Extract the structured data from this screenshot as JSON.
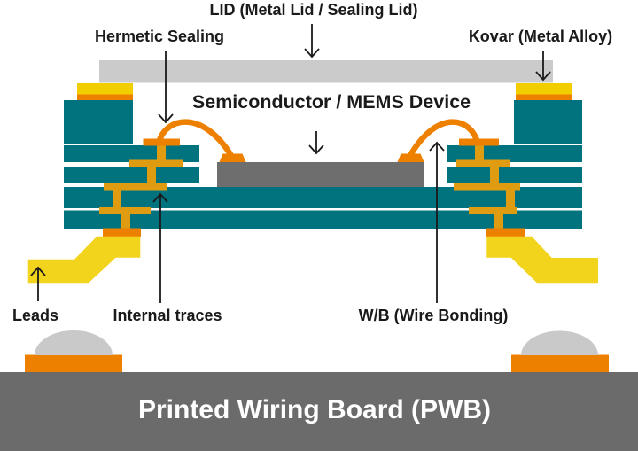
{
  "diagram": {
    "labels": {
      "lid": "LID (Metal Lid / Sealing Lid)",
      "hermetic_sealing": "Hermetic Sealing",
      "kovar": "Kovar (Metal Alloy)",
      "device": "Semiconductor / MEMS Device",
      "leads": "Leads",
      "internal_traces": "Internal traces",
      "wire_bonding": "W/B (Wire Bonding)",
      "pwb": "Printed Wiring Board (PWB)"
    },
    "colors": {
      "background": "#FFFFFF",
      "ceramic_teal": "#00737F",
      "trace_amber": "#E09C10",
      "accent_orange": "#EE8000",
      "kovar_yellow": "#F2CE00",
      "lead_yellow": "#F2D41C",
      "lid_gray": "#CBCBCB",
      "solder_gray": "#C9C9C9",
      "die_gray": "#6E6E6E",
      "pwb_gray": "#6B6B6B",
      "label_text": "#1A1A1A",
      "banner_text": "#FFFFFF"
    }
  }
}
